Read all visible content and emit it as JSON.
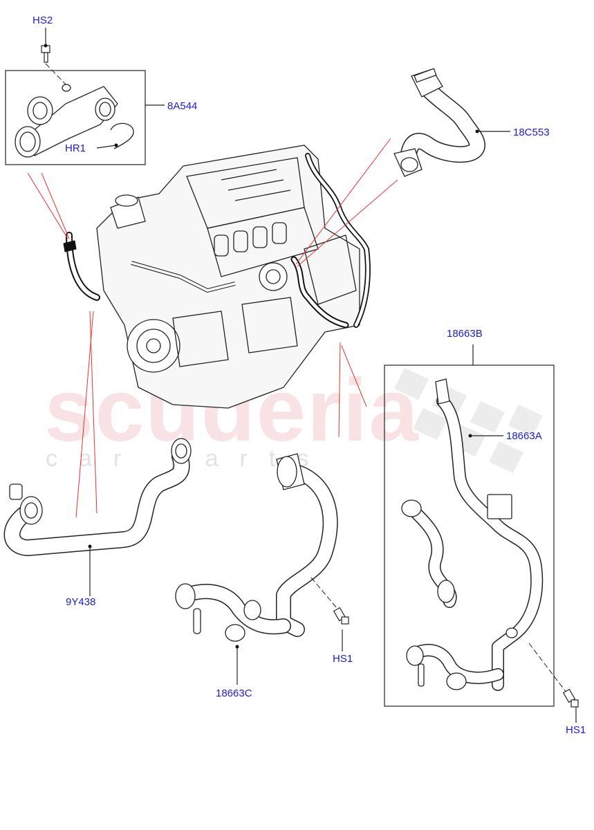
{
  "watermark": {
    "brand": "scuderia",
    "tagline": "car parts"
  },
  "callouts": {
    "hs2": "HS2",
    "p8a544": "8A544",
    "hr1": "HR1",
    "p18c553": "18C553",
    "p18663b": "18663B",
    "p18663a": "18663A",
    "p9y438": "9Y438",
    "hs1_center": "HS1",
    "p18663c": "18663C",
    "hs1_right": "HS1"
  },
  "colors": {
    "callout_text": "#1a1ad6",
    "leader_red": "#e83030",
    "line": "#000000"
  }
}
